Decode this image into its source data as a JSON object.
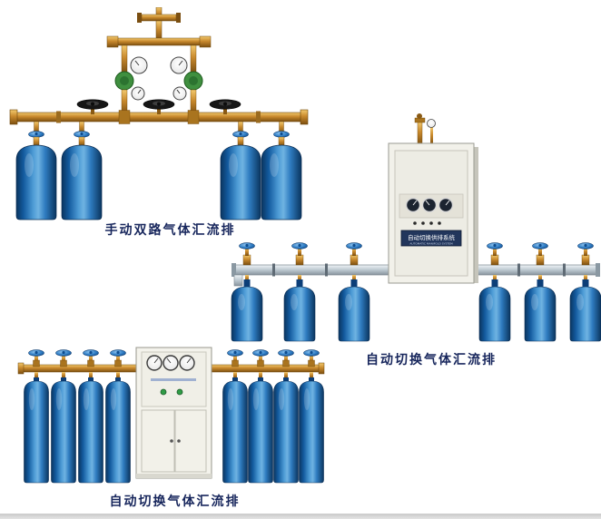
{
  "page": {
    "background": "#ffffff"
  },
  "products": [
    {
      "id": "manual-dual-manifold",
      "caption": "手动双路气体汇流排"
    },
    {
      "id": "auto-switch-wall-manifold",
      "caption": "自动切换气体汇流排",
      "cabinet_label": "自动切换供排系统",
      "cabinet_sublabel": "AUTOMATIC MANIFOLD SYSTEM"
    },
    {
      "id": "auto-switch-cabinet-manifold",
      "caption": "自动切换气体汇流排"
    }
  ],
  "colors": {
    "cylinder_blue": "#1e6cb5",
    "cylinder_blue_dark": "#0a355f",
    "brass": "#c8892d",
    "aluminum_pipe": "#bcc8d0",
    "regulator_green": "#3f8f3f",
    "knob_blue": "#2e7cc4",
    "caption_text": "#17265c",
    "cabinet_body": "#f2f1ea"
  }
}
